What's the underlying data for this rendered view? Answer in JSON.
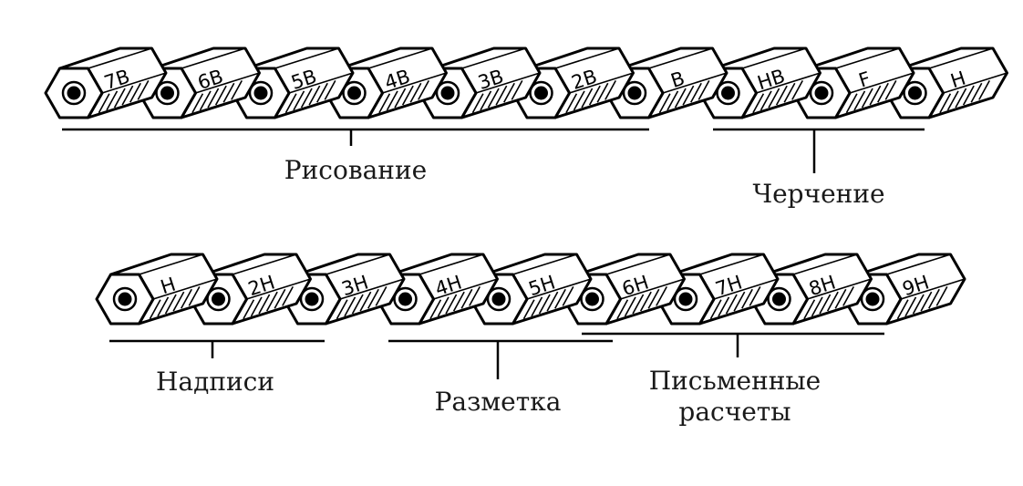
{
  "rows": [
    {
      "pencils": [
        "7B",
        "6B",
        "5B",
        "4B",
        "3B",
        "2B",
        "B",
        "HB",
        "F",
        "H"
      ],
      "groups": [
        {
          "label_lines": [
            "Рисование"
          ]
        },
        {
          "label_lines": [
            "Черчение"
          ]
        }
      ]
    },
    {
      "pencils": [
        "H",
        "2H",
        "3H",
        "4H",
        "5H",
        "6H",
        "7H",
        "8H",
        "9H"
      ],
      "groups": [
        {
          "label_lines": [
            "Надписи"
          ]
        },
        {
          "label_lines": [
            "Разметка"
          ]
        },
        {
          "label_lines": [
            "Письменные",
            "расчеты"
          ]
        }
      ]
    }
  ]
}
